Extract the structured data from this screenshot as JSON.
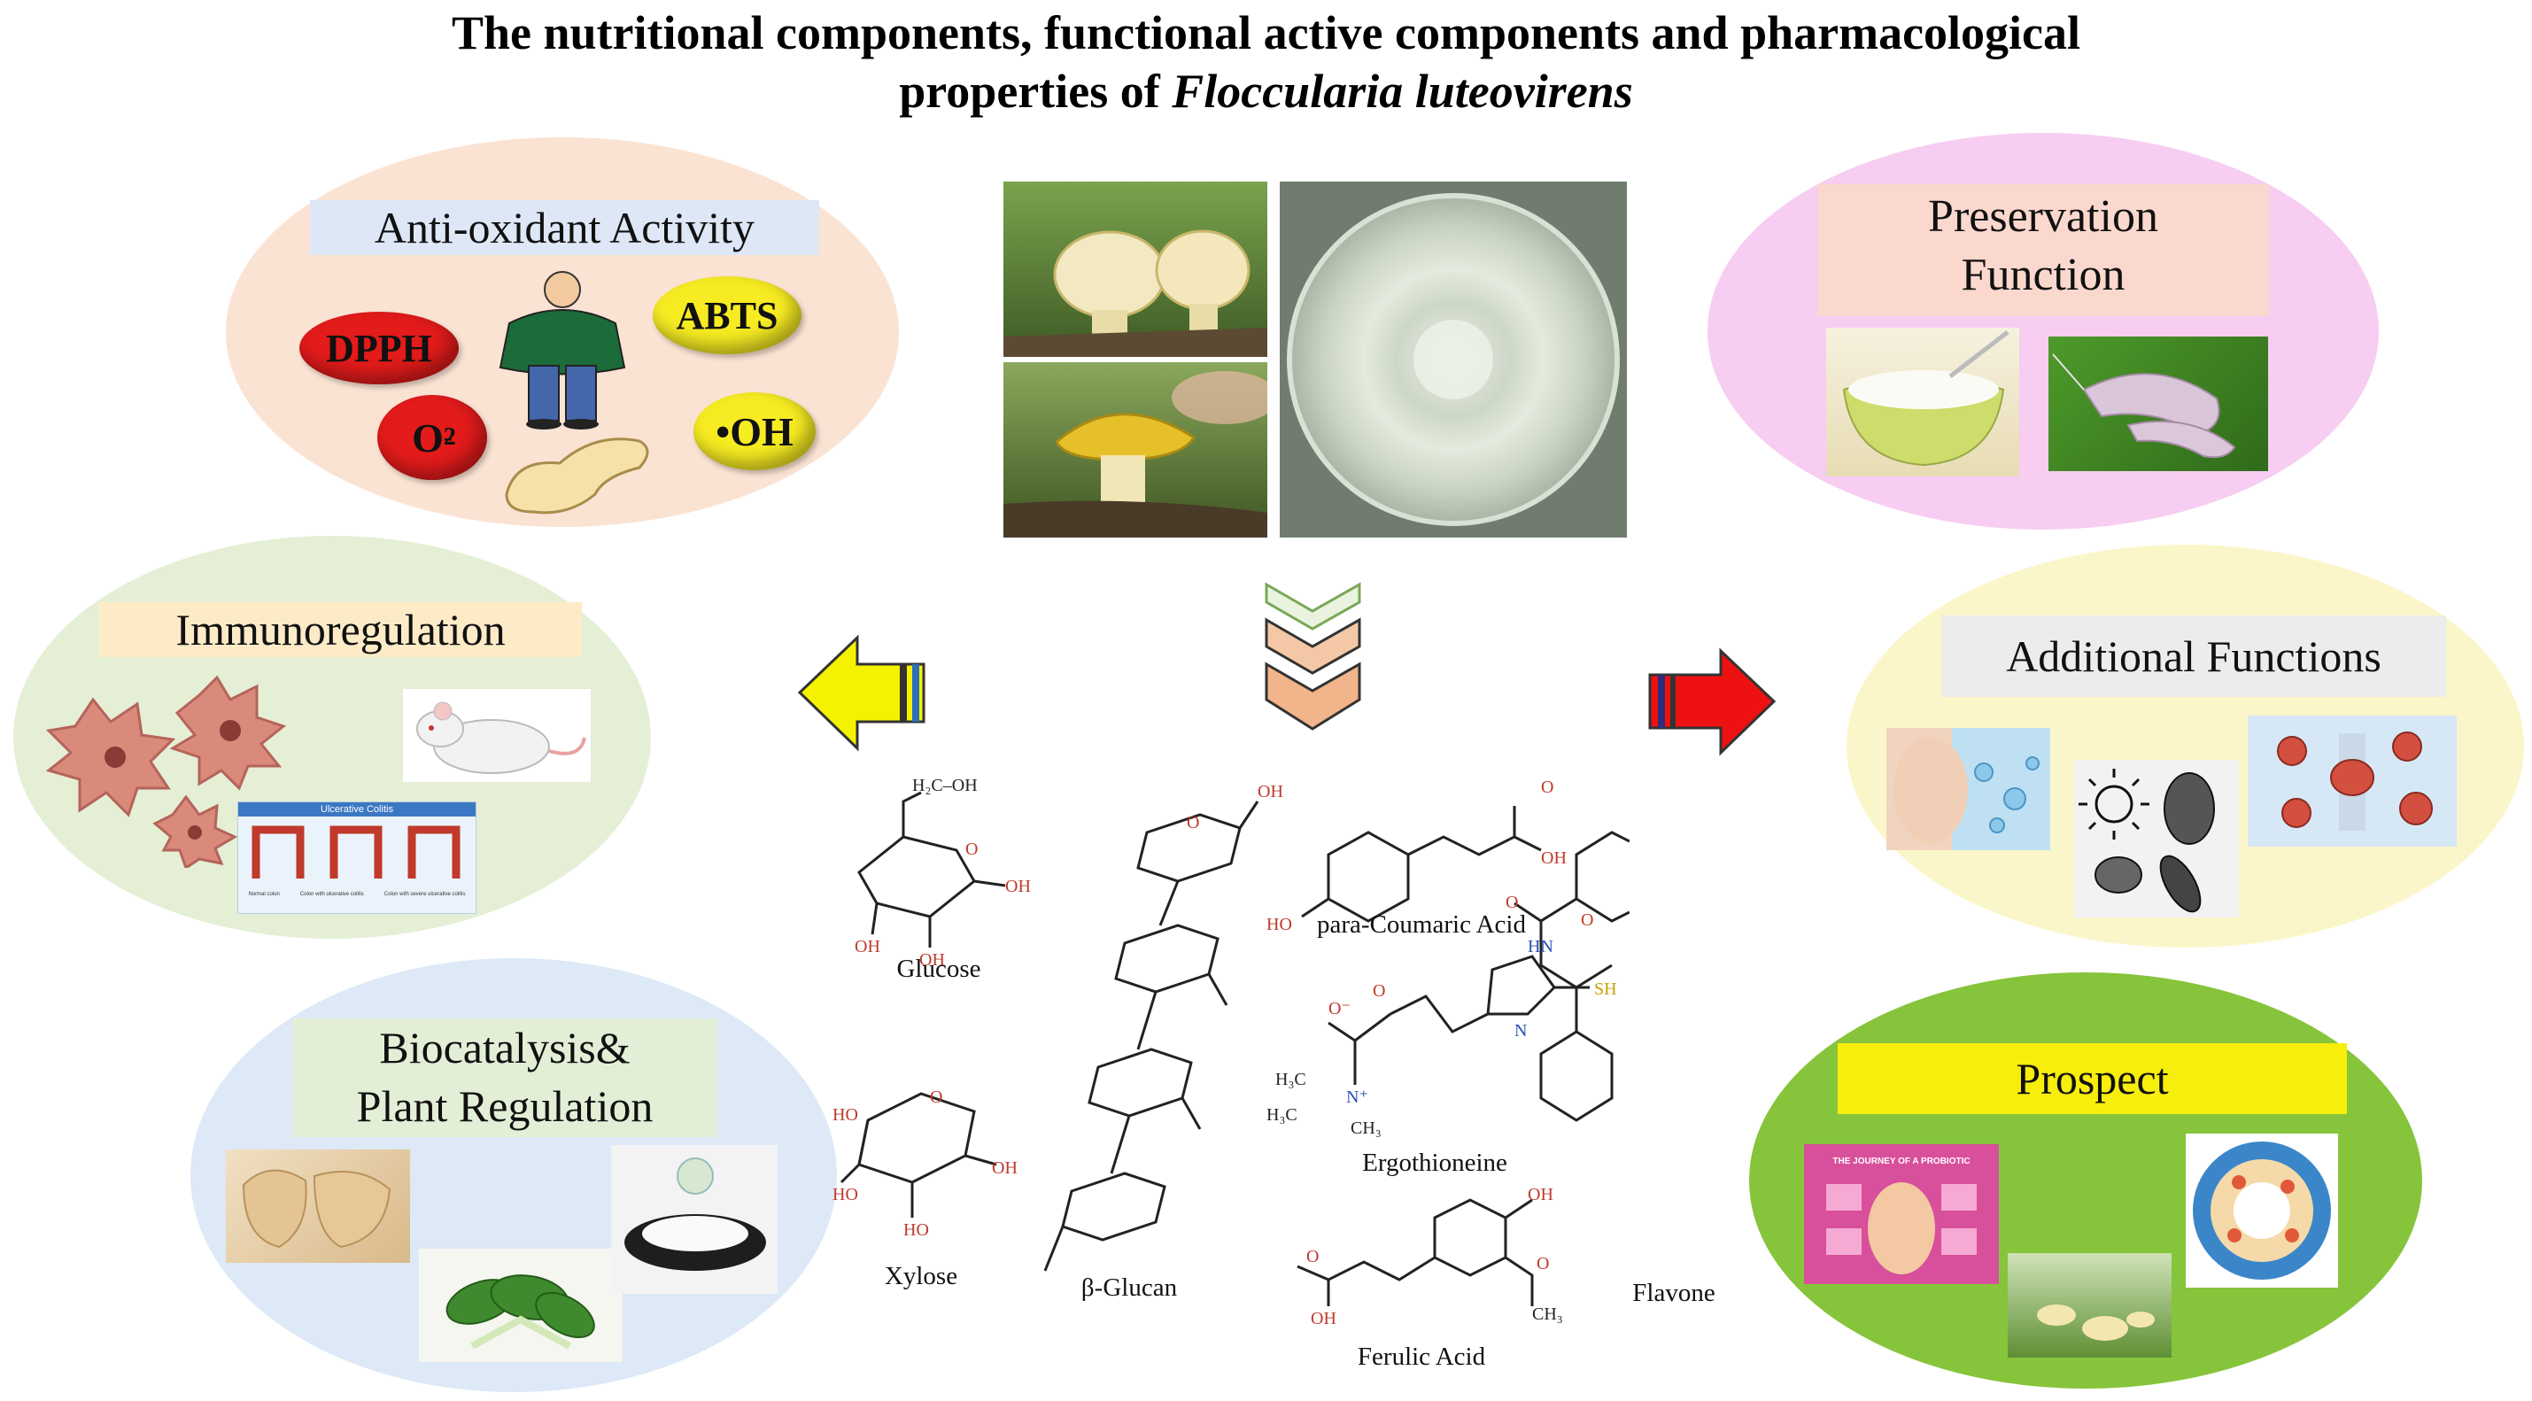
{
  "title": {
    "line1": "The nutritional components, functional active components and pharmacological",
    "line2_prefix": "properties of",
    "line2_species": "Floccularia luteovirens"
  },
  "panels": {
    "antioxidant": {
      "label": "Anti-oxidant Activity",
      "badges": [
        "DPPH",
        "ABTS",
        "•OH"
      ],
      "o2_main": "O",
      "o2_sub": "2",
      "o2_sup": "-"
    },
    "immunoregulation": {
      "label": "Immunoregulation",
      "card_title": "Ulcerative Colitis",
      "card_captions": [
        "Normal colon",
        "Colon with ulcerative colitis",
        "Colon with severe ulcerative colitis"
      ]
    },
    "biocatalysis": {
      "label_line1": "Biocatalysis&",
      "label_line2": "Plant Regulation"
    },
    "preservation": {
      "label_line1": "Preservation",
      "label_line2": "Function"
    },
    "additional": {
      "label": "Additional Functions"
    },
    "prospect": {
      "label": "Prospect",
      "poster_title": "THE JOURNEY OF A PROBIOTIC"
    }
  },
  "molecules": {
    "glucose": "Glucose",
    "xylose": "Xylose",
    "glucan": "β-Glucan",
    "coumaric": "para-Coumaric Acid",
    "ergothioneine": "Ergothioneine",
    "ferulic": "Ferulic Acid",
    "flavone": "Flavone"
  },
  "colors": {
    "antioxidant_bg": "#fbe3d3",
    "immuno_bg": "#e4efd6",
    "biocat_bg": "#dde9f6",
    "preservation_bg": "#f7cdf2",
    "additional_bg": "#fbf6c9",
    "prospect_bg": "#86c43b",
    "arrow_left": "#f5f200",
    "arrow_right": "#ee1111",
    "chevron": "#f2b48a"
  }
}
